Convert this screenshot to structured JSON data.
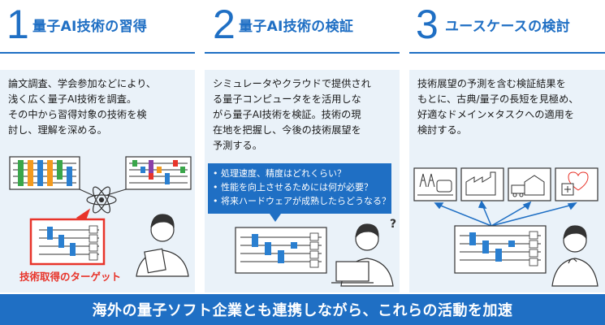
{
  "steps": [
    {
      "number": "1",
      "title": "量子AI技術の習得",
      "lines": [
        "論文調査、学会参加などにより、",
        "浅く広く量子AI技術を調査。",
        "その中から習得対象の技術を検",
        "討し、理解を深める。"
      ],
      "target_label": "技術取得のターゲット"
    },
    {
      "number": "2",
      "title": "量子AI技術の検証",
      "lines": [
        "シミュレータやクラウドで提供され",
        "る量子コンピュータをを活用しな",
        "がら量子AI技術を検証。技術の現",
        "在地を把握し、今後の技術展望を",
        "予測する。"
      ],
      "bubble": [
        "• 処理速度、精度はどれくらい？",
        "• 性能を向上させるためには何が必要？",
        "• 将来ハードウェアが成熟したらどうなる？"
      ]
    },
    {
      "number": "3",
      "title": "ユースケースの検討",
      "lines": [
        "技術展望の予測を含む検証結果を",
        "もとに、古典/量子の長短を見極め、",
        "好適なドメイン×タスクへの適用を",
        "検討する。"
      ],
      "domain_icons": [
        "power-plant-train-icon",
        "factory-icon",
        "logistics-icon",
        "healthcare-icon"
      ]
    }
  ],
  "banner": "海外の量子ソフト企業とも連携しながら、これらの活動を加速",
  "colors": {
    "accent": "#1f6fc4",
    "panel": "#eaf2f9",
    "target": "#e8342a",
    "gate_blue": "#2a7fd0",
    "gate_green": "#3aa64a",
    "gate_orange": "#f39a1e",
    "gate_purple": "#8a3fa8",
    "gate_red": "#e8342a"
  }
}
